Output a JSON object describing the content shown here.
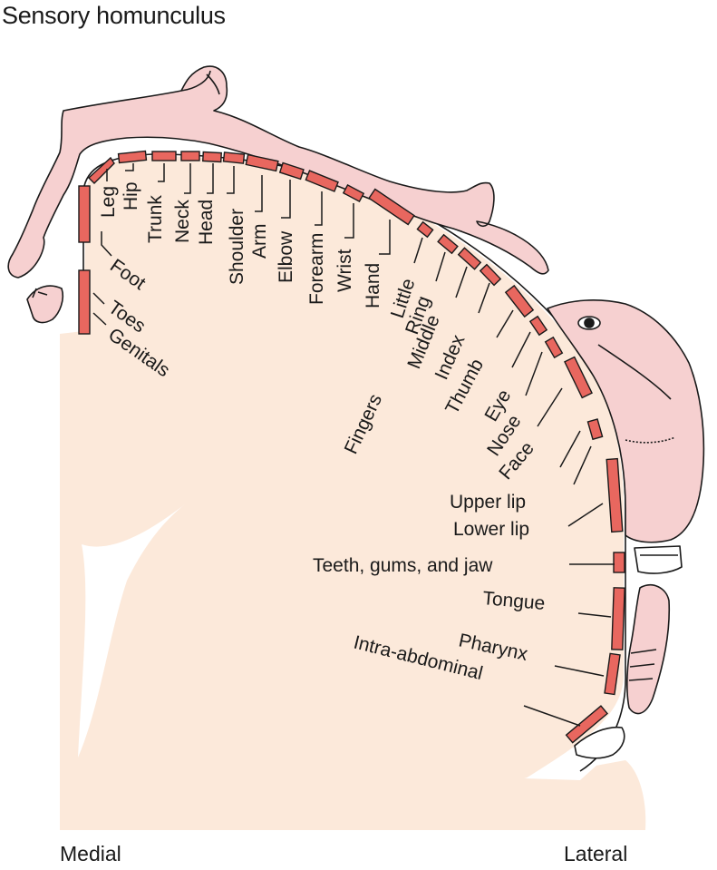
{
  "title": "Sensory homunculus",
  "colors": {
    "tissue": "#fce9da",
    "segment": "#e8675f",
    "skin": "#f6d0d0",
    "line": "#1a1a1a"
  },
  "labels": {
    "leg": "Leg",
    "hip": "Hip",
    "trunk": "Trunk",
    "neck": "Neck",
    "head": "Head",
    "shoulder": "Shoulder",
    "arm": "Arm",
    "elbow": "Elbow",
    "forearm": "Forearm",
    "wrist": "Wrist",
    "hand": "Hand",
    "little": "Little",
    "ring": "Ring",
    "middle": "Middle",
    "index": "Index",
    "thumb": "Thumb",
    "fingers": "Fingers",
    "eye": "Eye",
    "nose": "Nose",
    "face": "Face",
    "upper_lip": "Upper lip",
    "lower_lip": "Lower lip",
    "teeth": "Teeth, gums, and jaw",
    "tongue": "Tongue",
    "pharynx": "Pharynx",
    "intra_abdominal": "Intra-abdominal",
    "foot": "Foot",
    "toes": "Toes",
    "genitals": "Genitals"
  },
  "axis": {
    "medial": "Medial",
    "lateral": "Lateral"
  }
}
